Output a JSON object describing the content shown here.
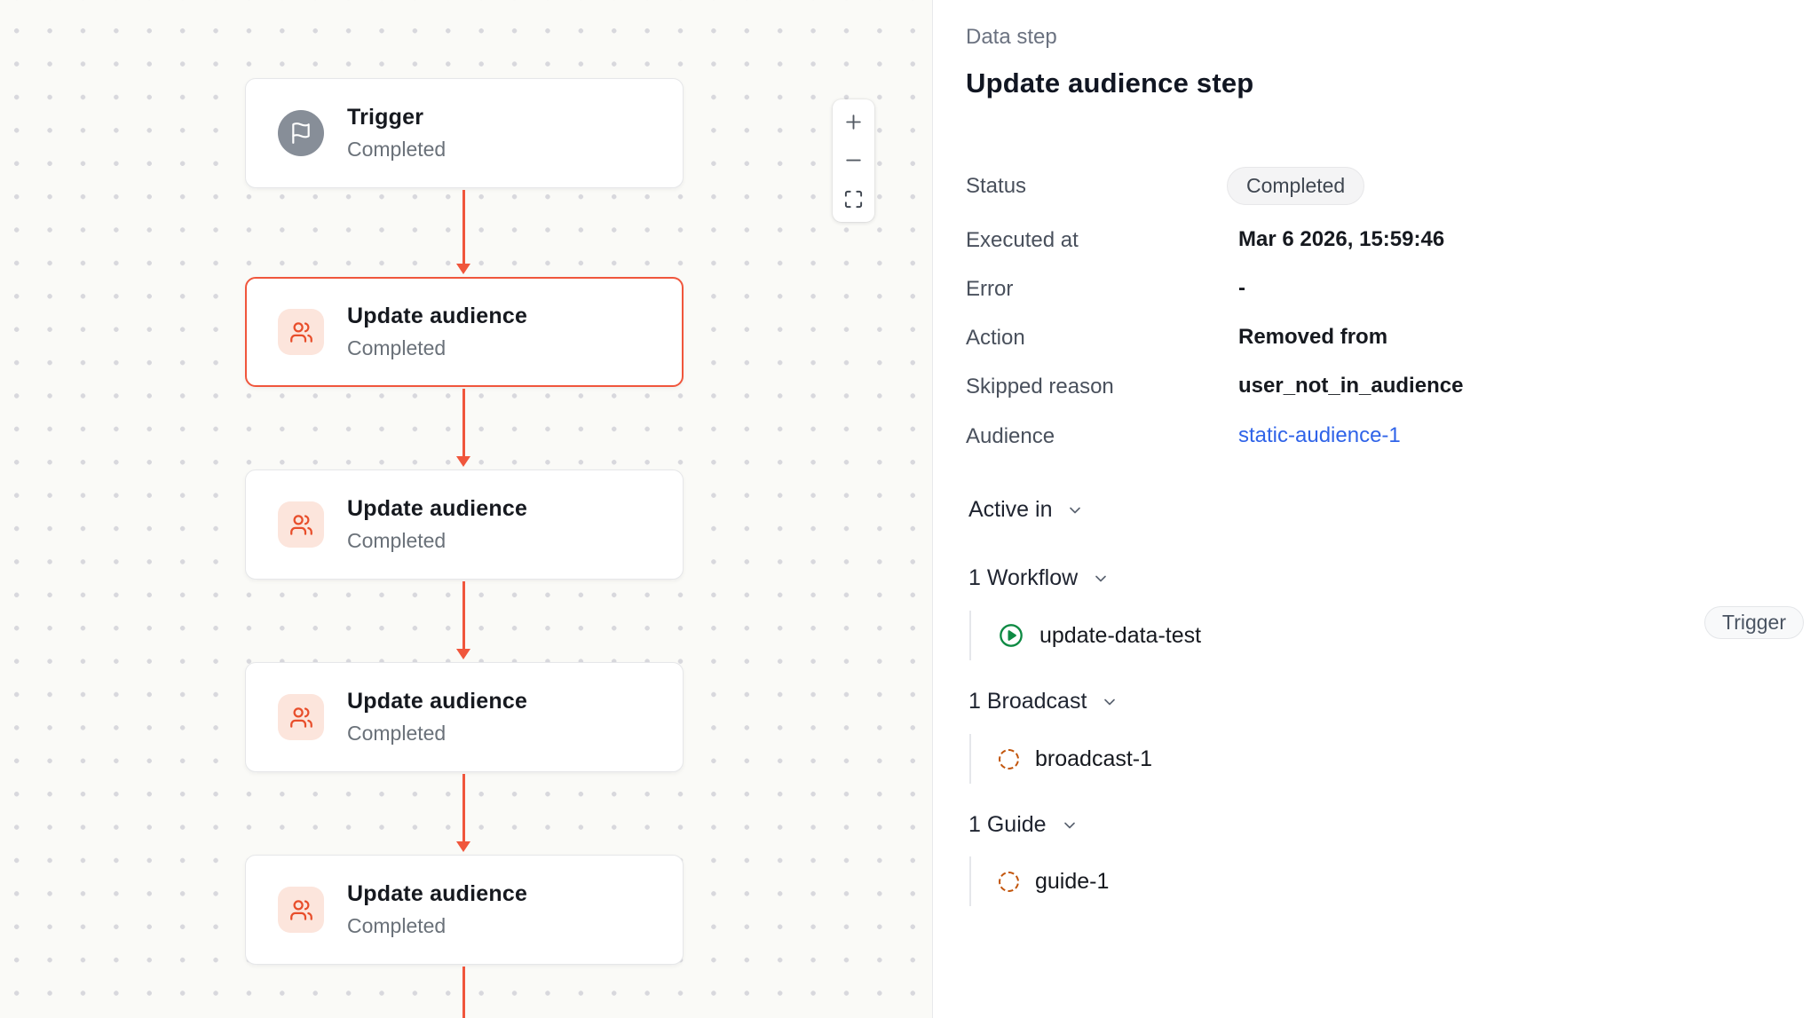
{
  "canvas": {
    "nodes": [
      {
        "title": "Trigger",
        "status": "Completed",
        "icon": "flag-icon",
        "selected": false
      },
      {
        "title": "Update audience",
        "status": "Completed",
        "icon": "users-icon",
        "selected": true
      },
      {
        "title": "Update audience",
        "status": "Completed",
        "icon": "users-icon",
        "selected": false
      },
      {
        "title": "Update audience",
        "status": "Completed",
        "icon": "users-icon",
        "selected": false
      },
      {
        "title": "Update audience",
        "status": "Completed",
        "icon": "users-icon",
        "selected": false
      }
    ],
    "zoom_controls": {
      "zoom_in_icon": "plus-icon",
      "zoom_out_icon": "minus-icon",
      "fit_view_icon": "fullscreen-icon"
    }
  },
  "panel": {
    "eyebrow": "Data step",
    "title": "Update audience step",
    "details": [
      {
        "label": "Status",
        "value": "Completed",
        "type": "badge"
      },
      {
        "label": "Executed at",
        "value": "Mar 6 2026, 15:59:46",
        "type": "text"
      },
      {
        "label": "Error",
        "value": "-",
        "type": "text"
      },
      {
        "label": "Action",
        "value": "Removed from",
        "type": "text"
      },
      {
        "label": "Skipped reason",
        "value": "user_not_in_audience",
        "type": "text"
      },
      {
        "label": "Audience",
        "value": "static-audience-1",
        "type": "link"
      }
    ],
    "active_in": {
      "label": "Active in",
      "groups": [
        {
          "label": "1 Workflow",
          "items": [
            {
              "name": "update-data-test",
              "icon": "play-circle-icon",
              "badge": "Trigger"
            }
          ]
        },
        {
          "label": "1 Broadcast",
          "items": [
            {
              "name": "broadcast-1",
              "icon": "dashed-circle-icon"
            }
          ]
        },
        {
          "label": "1 Guide",
          "items": [
            {
              "name": "guide-1",
              "icon": "dashed-circle-icon"
            }
          ]
        }
      ]
    }
  },
  "colors": {
    "accent_orange": "#f0563c",
    "icon_orange_bg": "#fce5dc",
    "trigger_gray": "#878e98",
    "link_blue": "#2f63e8",
    "green_play": "#0e8a43",
    "dashed_orange": "#c2540a",
    "canvas_bg": "#fafaf7",
    "badge_bg": "#f4f4f5"
  }
}
